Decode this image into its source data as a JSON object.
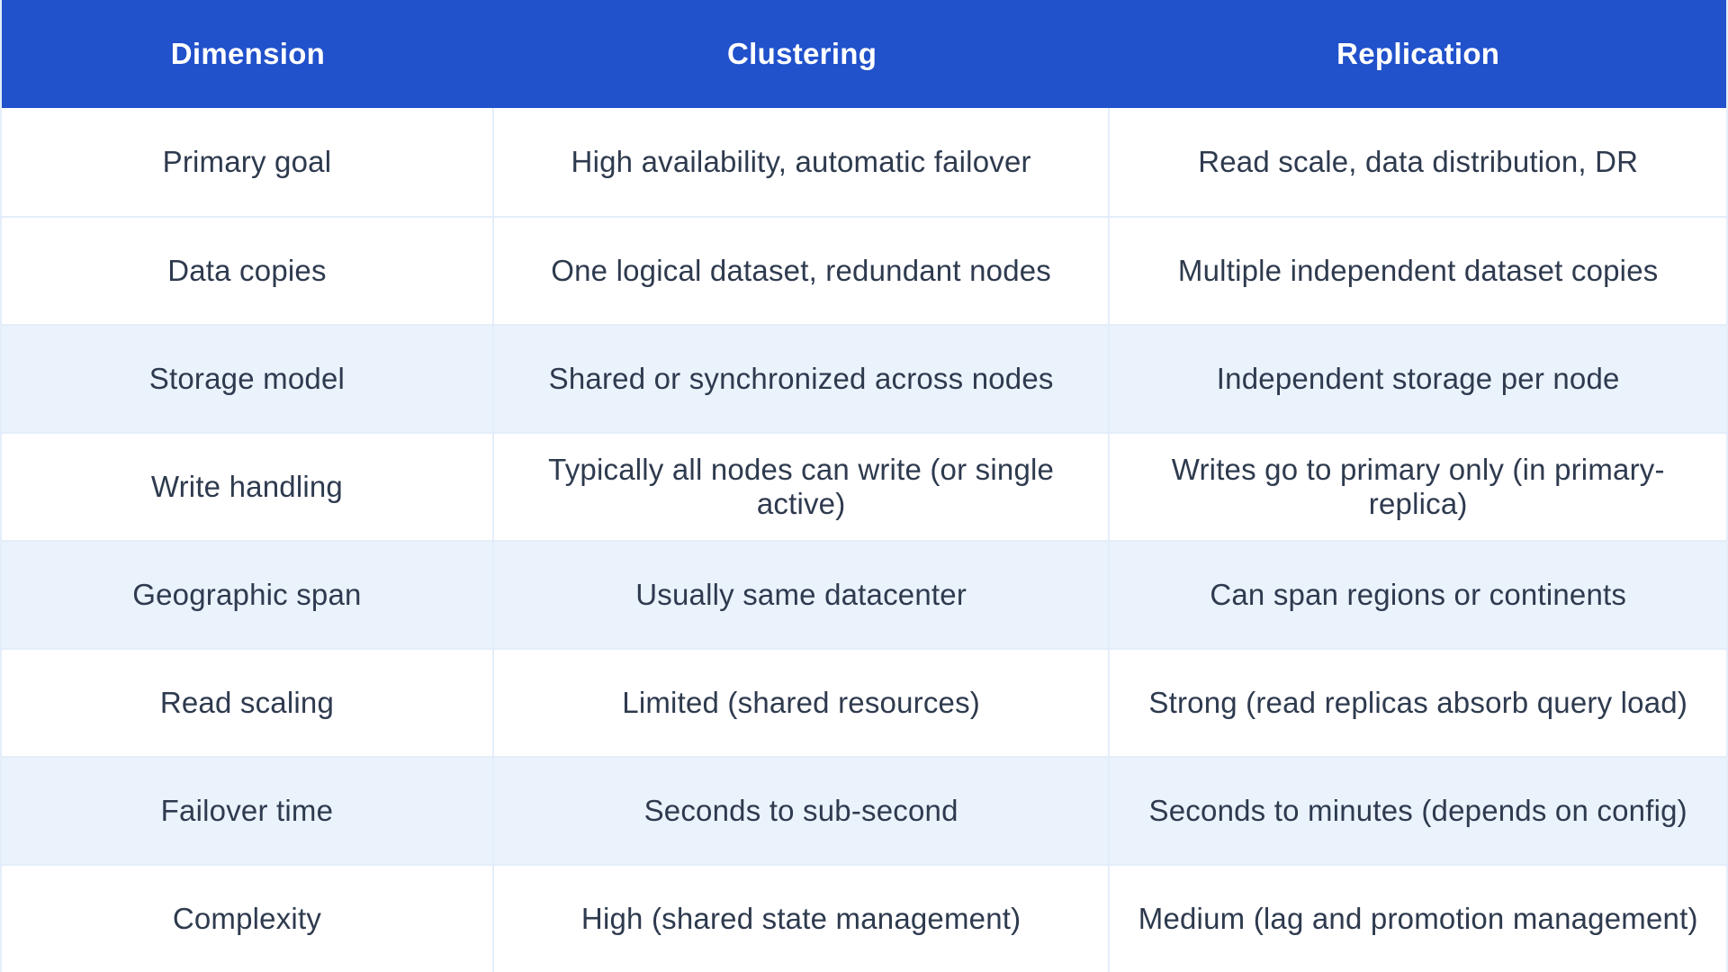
{
  "table": {
    "columns": [
      {
        "label": "Dimension"
      },
      {
        "label": "Clustering"
      },
      {
        "label": "Replication"
      }
    ],
    "rows": [
      {
        "dimension": "Primary goal",
        "clustering": "High availability, automatic failover",
        "replication": "Read scale, data distribution, DR"
      },
      {
        "dimension": "Data copies",
        "clustering": "One logical dataset, redundant nodes",
        "replication": "Multiple independent dataset copies"
      },
      {
        "dimension": "Storage model",
        "clustering": "Shared or synchronized across nodes",
        "replication": "Independent storage per node"
      },
      {
        "dimension": "Write handling",
        "clustering": "Typically all nodes can write (or single active)",
        "replication": "Writes go to primary only (in primary-replica)"
      },
      {
        "dimension": "Geographic span",
        "clustering": "Usually same datacenter",
        "replication": "Can span regions or continents"
      },
      {
        "dimension": "Read scaling",
        "clustering": "Limited (shared resources)",
        "replication": "Strong (read replicas absorb query load)"
      },
      {
        "dimension": "Failover time",
        "clustering": "Seconds to sub-second",
        "replication": "Seconds to minutes (depends on config)"
      },
      {
        "dimension": "Complexity",
        "clustering": "High (shared state management)",
        "replication": "Medium (lag and promotion management)"
      }
    ],
    "colors": {
      "header_bg": "#2151cb",
      "header_text": "#ffffff",
      "stripe_bg": "#eaf2fc",
      "row_bg": "#ffffff",
      "divider": "#e4eefa",
      "body_text": "#2e3a4e"
    }
  }
}
